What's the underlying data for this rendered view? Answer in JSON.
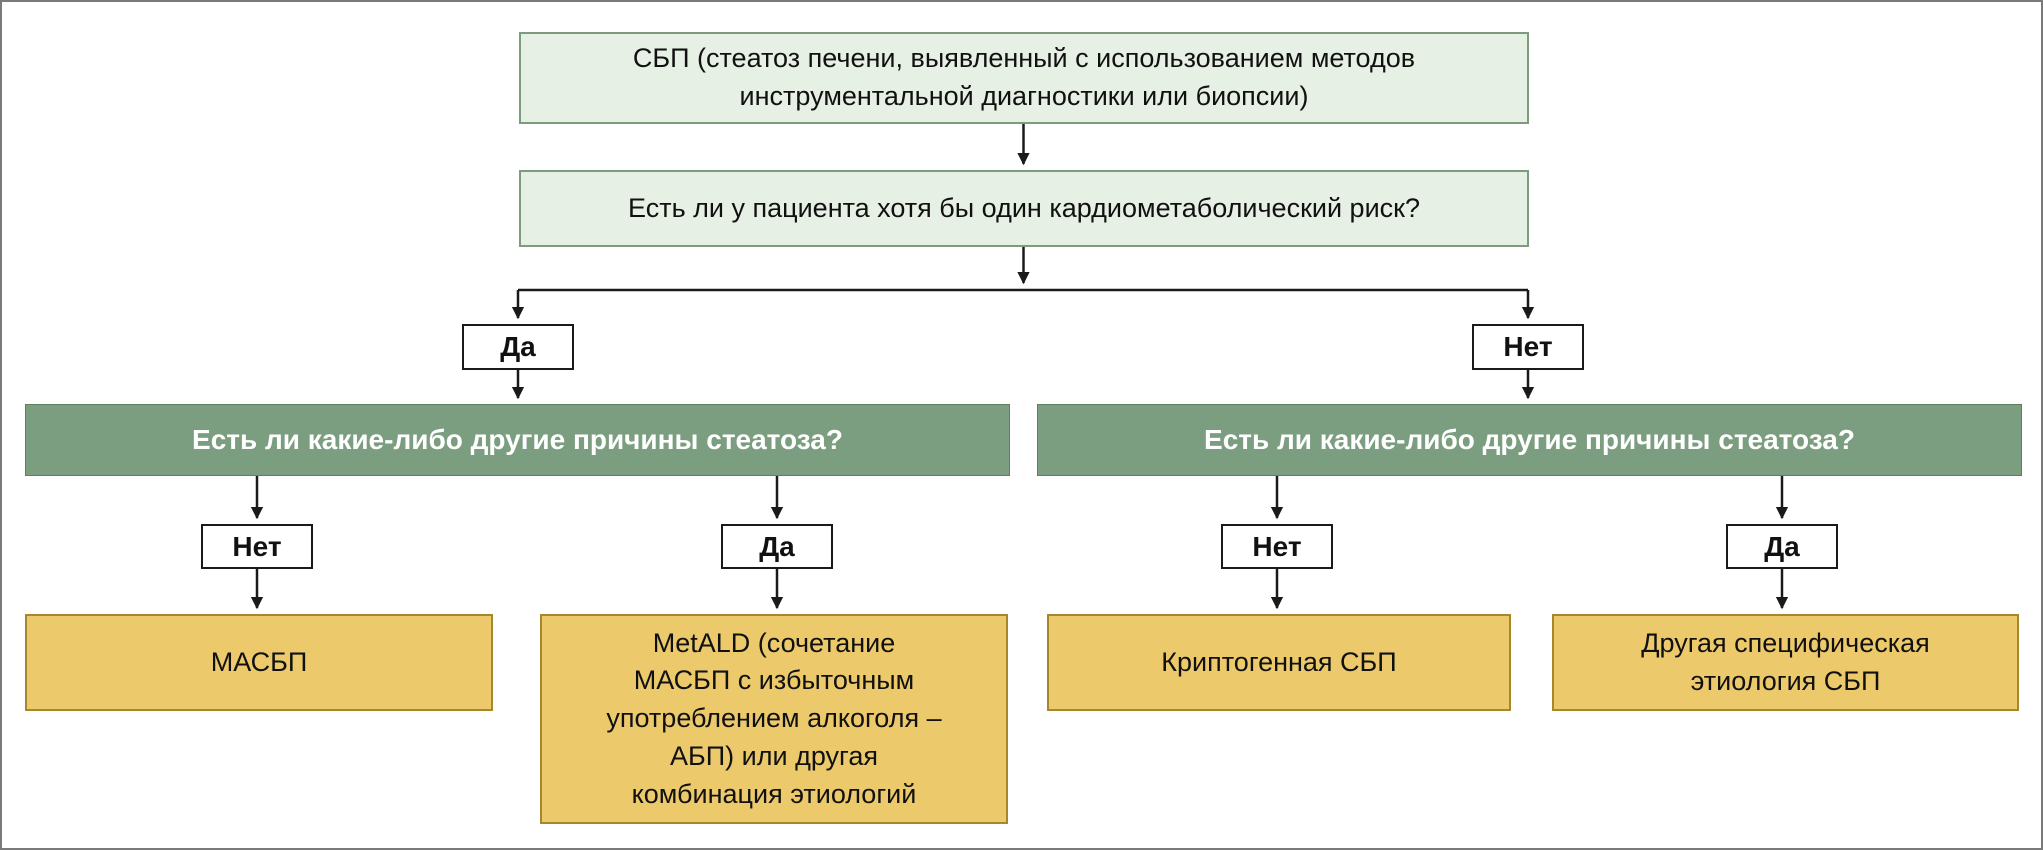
{
  "diagram": {
    "type": "flowchart",
    "language": "ru",
    "nodes": {
      "root": "СБП (стеатоз печени, выявленный с использованием методов инструментальной диагностики или биопсии)",
      "cardio_question": "Есть ли у пациента хотя бы один кардиометаболический риск?",
      "yes_top": "Да",
      "no_top": "Нет",
      "left_question": "Есть ли какие-либо другие причины стеатоза?",
      "right_question": "Есть ли какие-либо другие причины стеатоза?",
      "no_left": "Нет",
      "yes_left": "Да",
      "no_right": "Нет",
      "yes_right": "Да",
      "masld": "МАСБП",
      "metald": "MetALD (сочетание МАСБП с избыточным употреблением алкоголя – АБП) или другая комбинация этиологий",
      "cryptogenic": "Криптогенная СБП",
      "other_specific": "Другая специфическая этиология СБП"
    },
    "colors": {
      "light_green_fill": "#e7f0e4",
      "light_green_border": "#7d9b7d",
      "dark_green_fill": "#7c9e80",
      "yellow_fill": "#ecc96b",
      "yellow_border": "#a6872e",
      "decision_border": "#1a1a1a",
      "arrow": "#1a1a1a",
      "frame_border": "#7a7a7a"
    }
  }
}
